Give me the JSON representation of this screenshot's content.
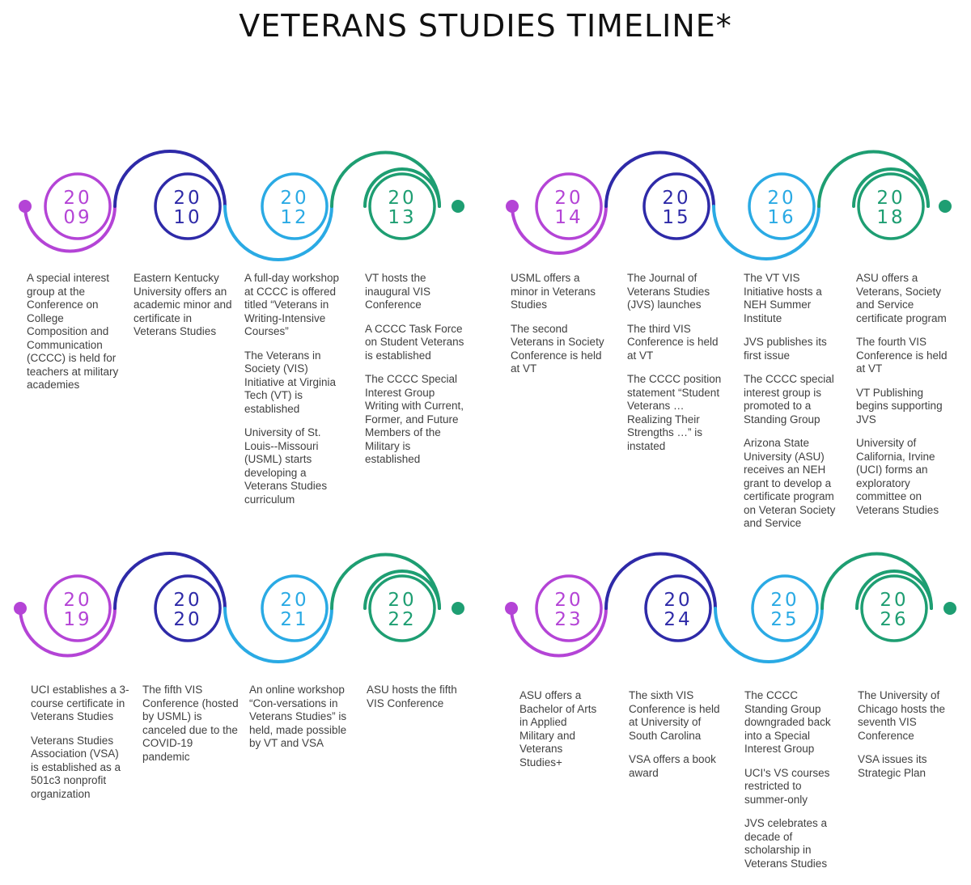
{
  "title": "VETERANS STUDIES TIMELINE*",
  "colors": {
    "purple": "#b444d6",
    "indigo": "#2e2aa8",
    "blue": "#2aaae4",
    "green": "#1e9e72"
  },
  "groups": [
    {
      "milestones": [
        {
          "year": [
            "20",
            "09"
          ],
          "color": "purple",
          "events": [
            "A special interest group at the Conference on College Composition and Communication (CCCC) is held for teachers at military academies"
          ]
        },
        {
          "year": [
            "20",
            "10"
          ],
          "color": "indigo",
          "events": [
            "Eastern Kentucky University offers an academic minor and certificate in Veterans Studies"
          ]
        },
        {
          "year": [
            "20",
            "12"
          ],
          "color": "blue",
          "events": [
            "A full-day workshop at CCCC is offered titled “Veterans in Writing-Intensive Courses”",
            "The Veterans in Society (VIS) Initiative at Virginia Tech (VT) is established",
            "University of St. Louis--Missouri (USML) starts developing a Veterans Studies curriculum"
          ]
        },
        {
          "year": [
            "20",
            "13"
          ],
          "color": "green",
          "events": [
            "VT hosts the inaugural VIS Conference",
            "A CCCC Task Force on Student Veterans is established",
            "The CCCC Special Interest Group Writing with Current, Former, and Future Members of the Military is established"
          ]
        }
      ]
    },
    {
      "milestones": [
        {
          "year": [
            "20",
            "14"
          ],
          "color": "purple",
          "events": [
            "USML offers a minor in Veterans Studies",
            "The second Veterans in Society Conference is held at VT"
          ]
        },
        {
          "year": [
            "20",
            "15"
          ],
          "color": "indigo",
          "events": [
            "The Journal of Veterans Studies (JVS) launches",
            "The third VIS Conference is held at VT",
            "The CCCC position statement “Student Veterans … Realizing Their Strengths …” is instated"
          ]
        },
        {
          "year": [
            "20",
            "16"
          ],
          "color": "blue",
          "events": [
            "The VT VIS Initiative hosts a NEH Summer Institute",
            "JVS publishes its first issue",
            "The CCCC special interest group is promoted to a Standing Group",
            "Arizona State University (ASU) receives an NEH grant to develop a certificate program on Veteran Society and Service"
          ]
        },
        {
          "year": [
            "20",
            "18"
          ],
          "color": "green",
          "events": [
            "ASU offers a Veterans, Society and Service certificate program",
            "The fourth VIS Conference is held at VT",
            "VT Publishing begins supporting JVS",
            "University of California, Irvine (UCI) forms an exploratory committee on Veterans Studies"
          ]
        }
      ]
    },
    {
      "milestones": [
        {
          "year": [
            "20",
            "19"
          ],
          "color": "purple",
          "events": [
            "UCI establishes a 3-course certificate in Veterans Studies",
            "Veterans Studies Association (VSA) is established as a 501c3 nonprofit organization"
          ]
        },
        {
          "year": [
            "20",
            "20"
          ],
          "color": "indigo",
          "events": [
            "The fifth VIS Conference (hosted by USML) is canceled due to the COVID-19 pandemic"
          ]
        },
        {
          "year": [
            "20",
            "21"
          ],
          "color": "blue",
          "events": [
            "An online workshop “Con-versations in Veterans Studies” is held, made possible by VT and VSA"
          ]
        },
        {
          "year": [
            "20",
            "22"
          ],
          "color": "green",
          "events": [
            "ASU hosts the fifth VIS Conference"
          ]
        }
      ]
    },
    {
      "milestones": [
        {
          "year": [
            "20",
            "23"
          ],
          "color": "purple",
          "events": [
            "ASU offers a Bachelor of Arts in Applied Military and Veterans Studies+"
          ]
        },
        {
          "year": [
            "20",
            "24"
          ],
          "color": "indigo",
          "events": [
            "The sixth VIS Conference is held at University of South Carolina",
            "VSA offers a book award"
          ]
        },
        {
          "year": [
            "20",
            "25"
          ],
          "color": "blue",
          "events": [
            "The CCCC Standing Group downgraded back into a Special Interest Group",
            "UCI's VS courses restricted to summer-only",
            "JVS celebrates a decade of scholarship in Veterans Studies"
          ]
        },
        {
          "year": [
            "20",
            "26"
          ],
          "color": "green",
          "events": [
            "The University of Chicago hosts the seventh VIS Conference",
            "VSA issues its Strategic Plan"
          ]
        }
      ]
    }
  ]
}
